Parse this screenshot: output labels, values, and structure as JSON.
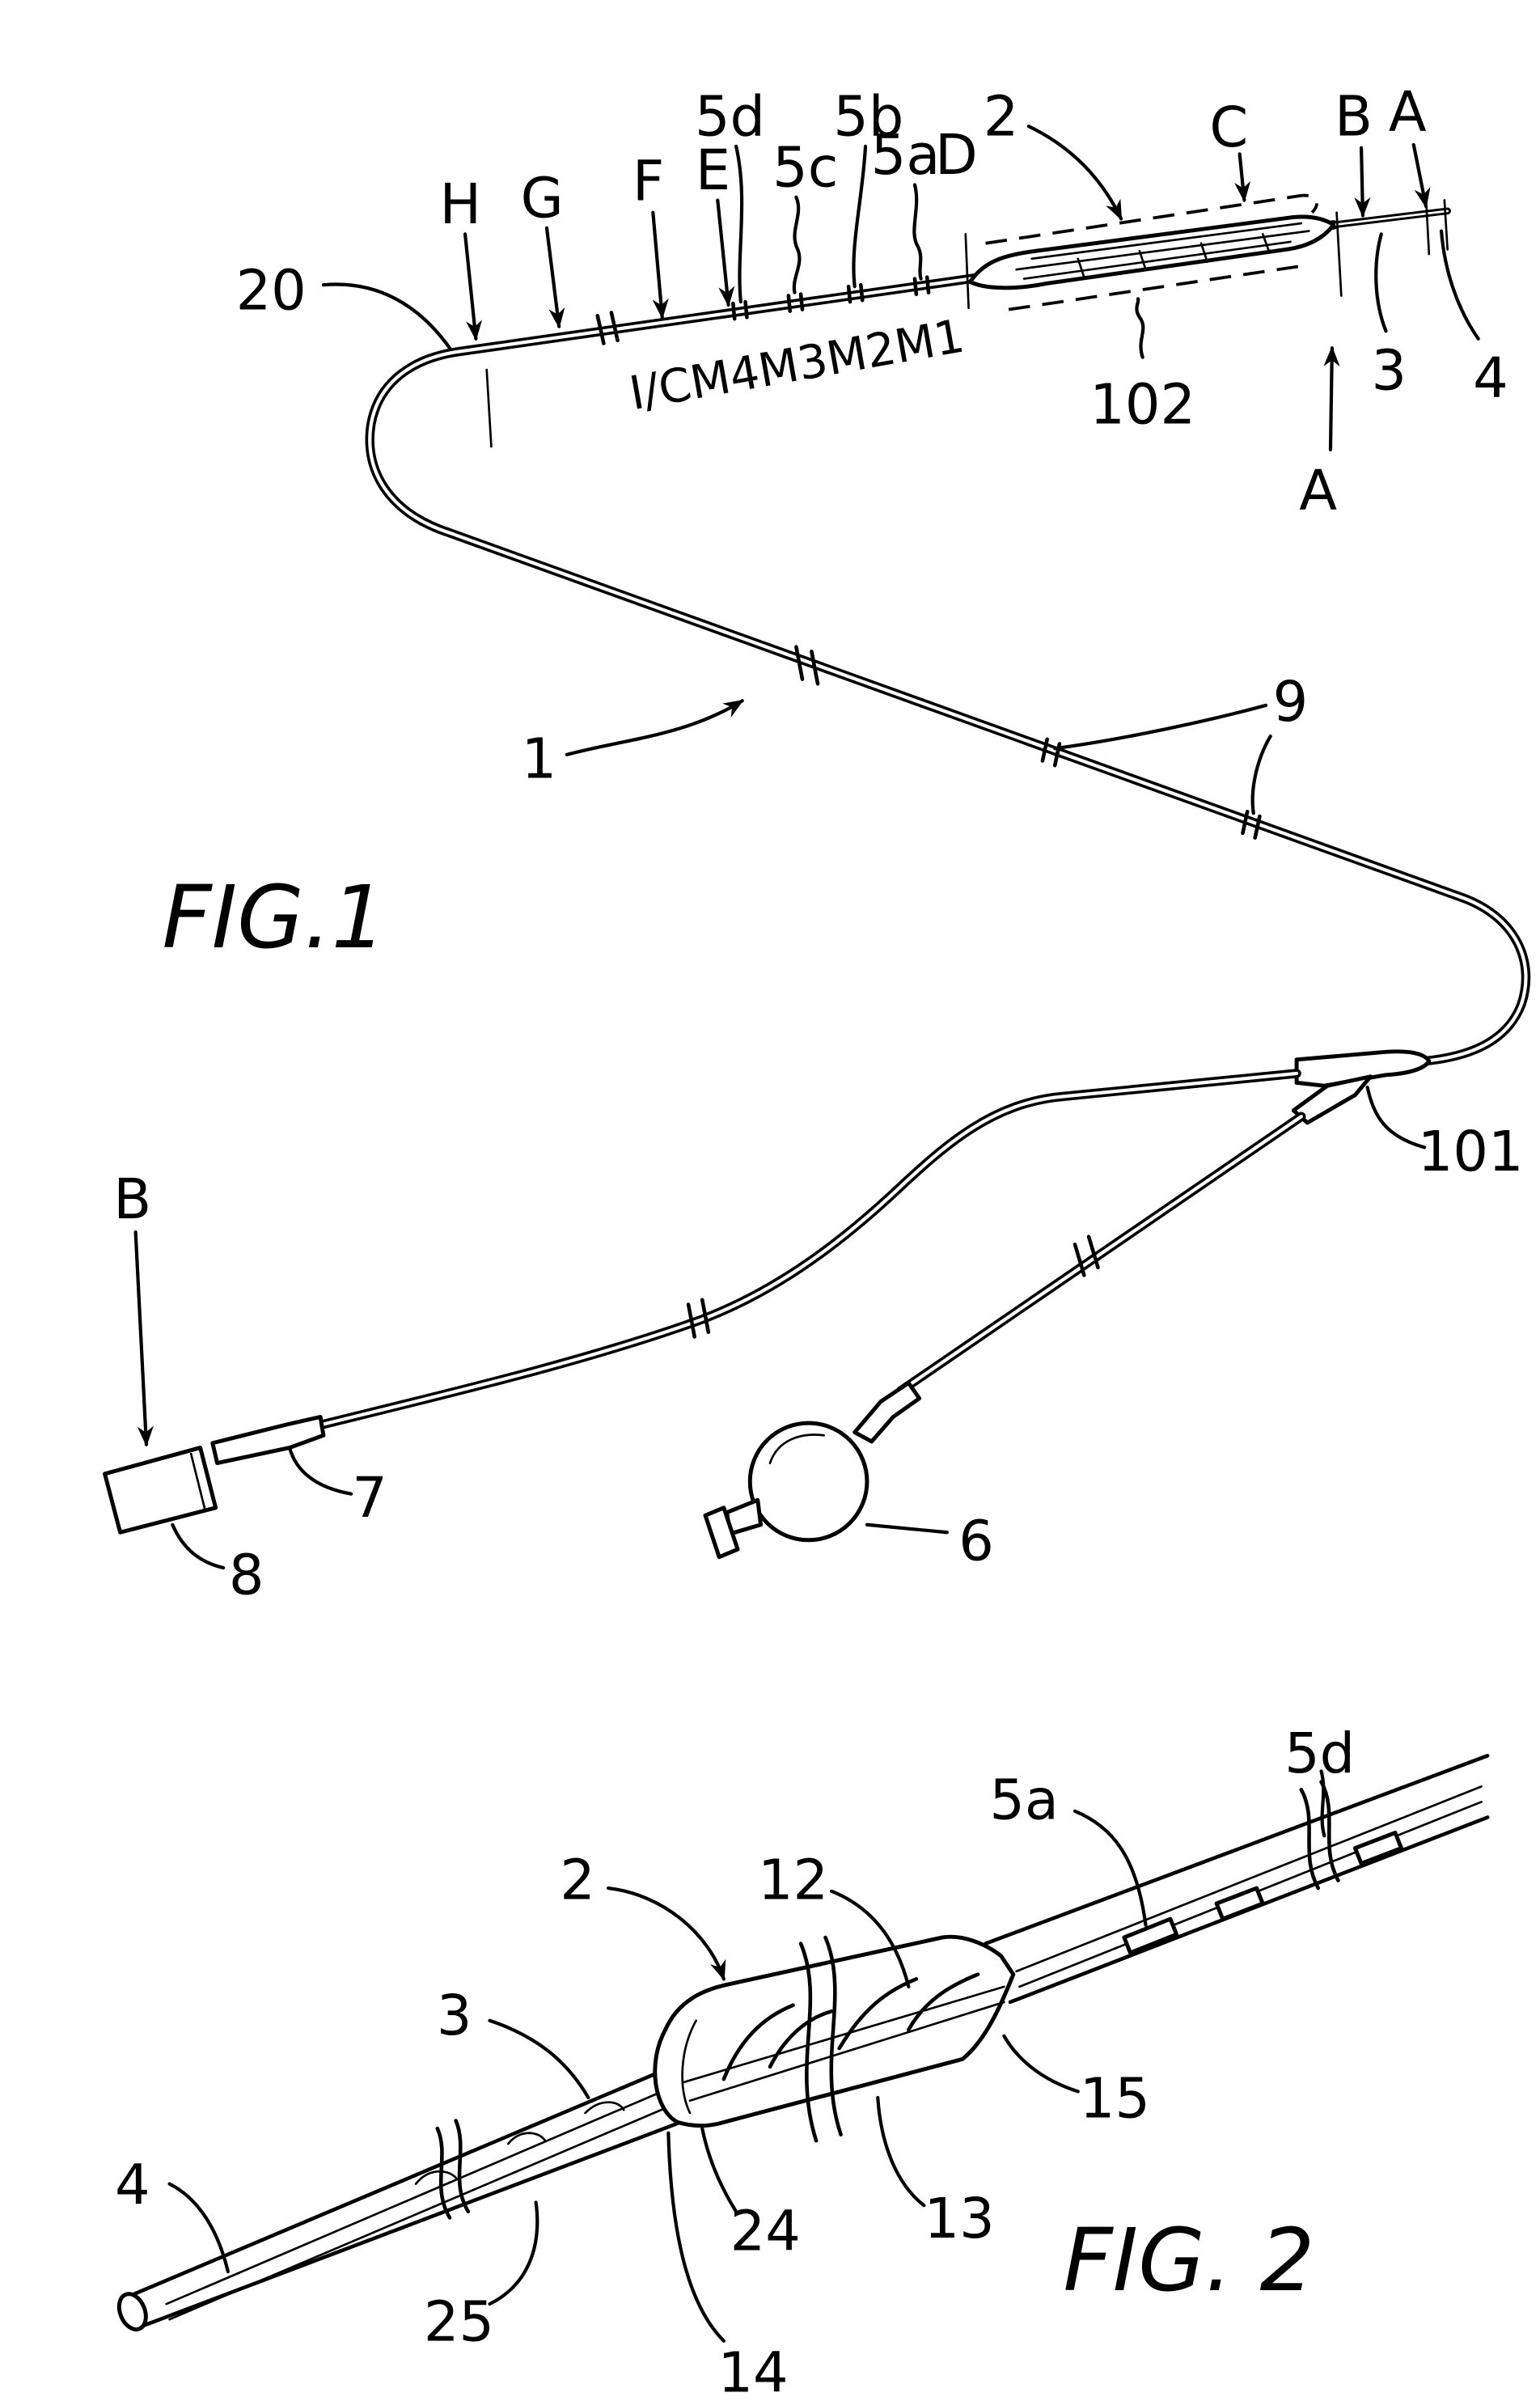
{
  "figure_1": {
    "title": "FIG.1",
    "section_H": "H",
    "section_G": "G",
    "section_F": "F",
    "section_E": "E",
    "section_D": "D",
    "section_C": "C",
    "section_B": "B",
    "section_A": "A",
    "ref_5d": "5d",
    "ref_5c": "5c",
    "ref_5b": "5b",
    "ref_5a": "5a",
    "ref_2": "2",
    "ref_20": "20",
    "shaft_marking": "I/CM4M3M2M1",
    "ref_102": "102",
    "ref_3": "3",
    "ref_4": "4",
    "view_A": "A",
    "ref_1": "1",
    "ref_9": "9",
    "ref_101": "101",
    "view_B": "B",
    "ref_7": "7",
    "ref_8": "8",
    "ref_6": "6"
  },
  "figure_2": {
    "title": "FIG. 2",
    "ref_5d": "5d",
    "ref_5a": "5a",
    "ref_2": "2",
    "ref_12": "12",
    "ref_3": "3",
    "ref_4": "4",
    "ref_15": "15",
    "ref_24": "24",
    "ref_13": "13",
    "ref_25": "25",
    "ref_14": "14"
  }
}
